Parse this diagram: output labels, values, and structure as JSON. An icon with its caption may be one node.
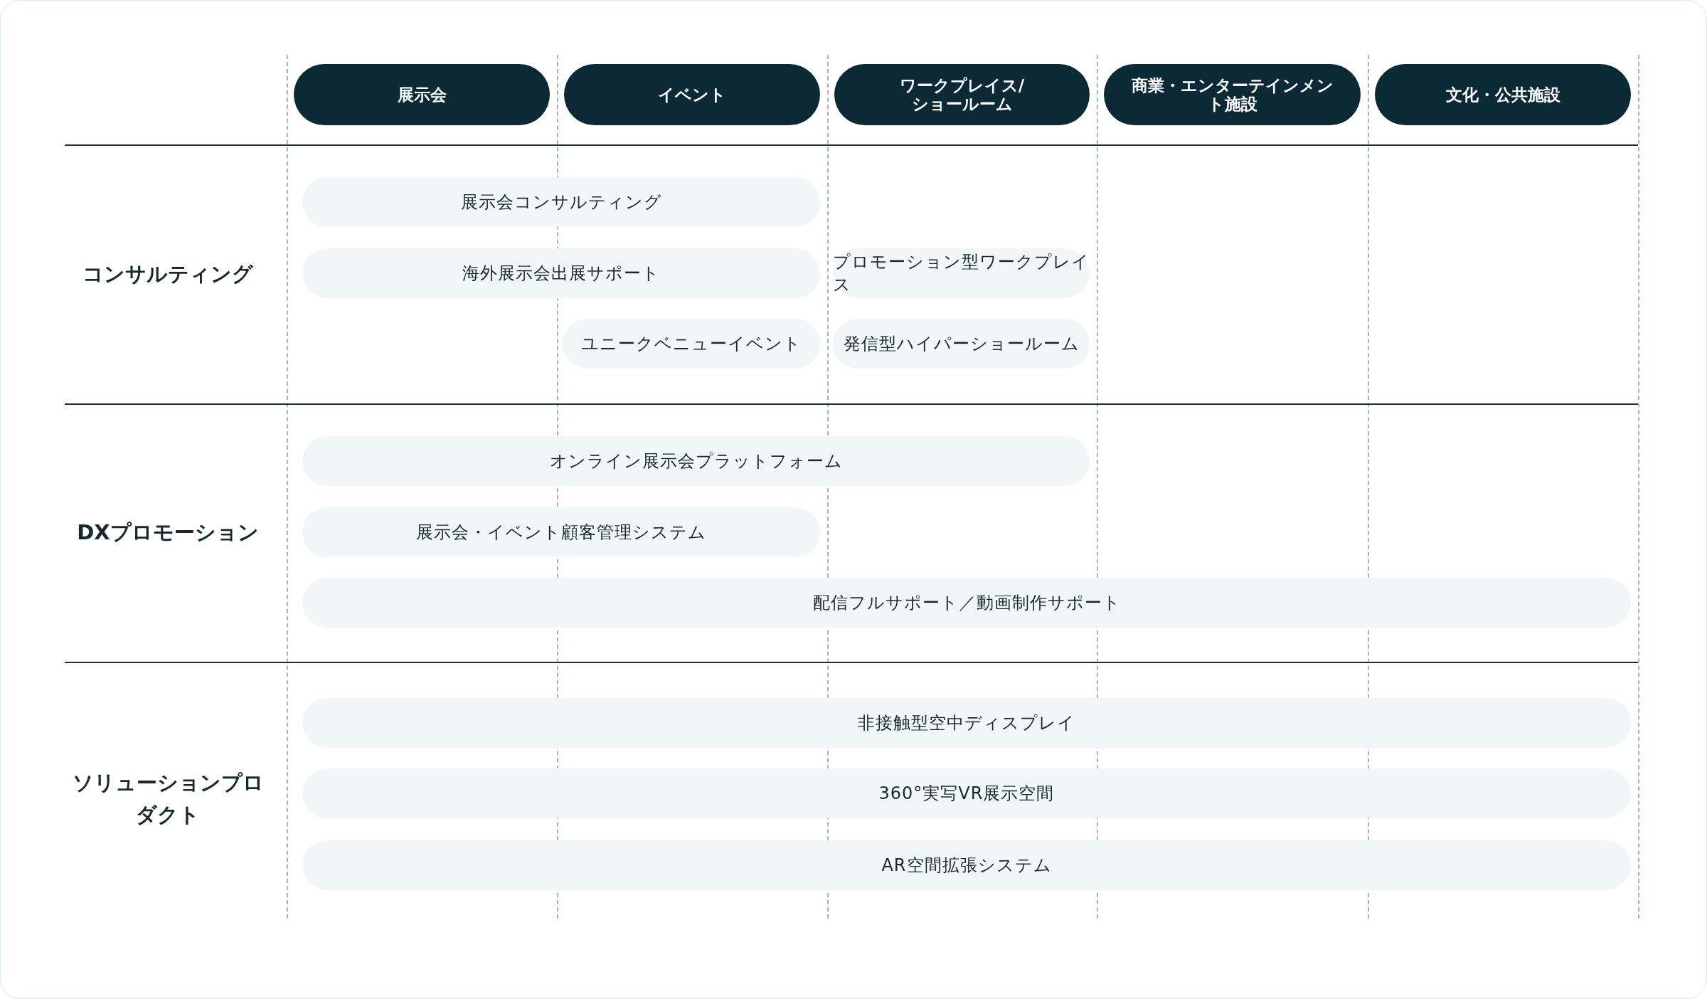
{
  "diagram": {
    "nodes": [
      {
        "text": [
          "展示会"
        ]
      },
      {
        "text": [
          "イベント"
        ]
      },
      {
        "text": [
          "ワークプレイス/ショールーム"
        ]
      },
      {
        "text": [
          "商業・エンターテインメント施設"
        ]
      },
      {
        "text": [
          "文化・公共施設"
        ]
      },
      {
        "text": [
          "展示会コンサルティング"
        ]
      },
      {
        "text": [
          "海外展示会出展サポート"
        ]
      },
      {
        "text": [
          "プロモーション型ワークプレイス"
        ]
      },
      {
        "text": [
          "ユニークベニューイベント"
        ]
      },
      {
        "text": [
          "発信型ハイパーショールーム"
        ]
      },
      {
        "text": [
          "オンライン展示会プラットフォーム"
        ]
      },
      {
        "text": [
          "展示会・イベント顧客管理システム"
        ]
      },
      {
        "text": [
          "配信フルサポート／動画制作サポート"
        ]
      },
      {
        "text": [
          "非接触型空中ディスプレイ"
        ]
      },
      {
        "text": [
          "360°実写VR展示空間"
        ]
      },
      {
        "text": [
          "AR空間拡張システム"
        ]
      }
    ],
    "labels": [
      "コンサルティング",
      "DXプロモーション",
      "ソリューションプロダクト"
    ]
  }
}
